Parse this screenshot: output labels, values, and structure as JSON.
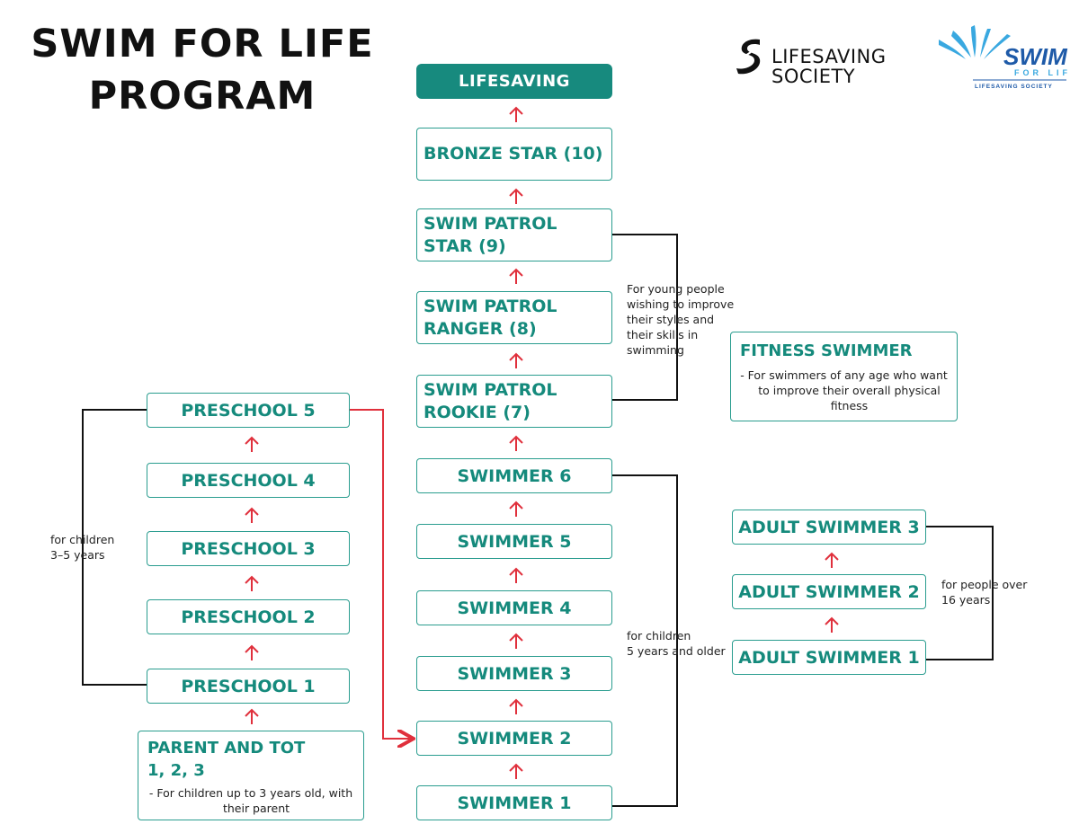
{
  "title": [
    "SWIM FOR LIFE",
    "PROGRAM"
  ],
  "logos": {
    "society": [
      "LIFESAVING",
      "SOCIETY"
    ],
    "swim": {
      "main": "SWIM",
      "sub": "FOR LIFE",
      "tagline": "LIFESAVING SOCIETY"
    },
    "colors": {
      "teal": "#178a7e",
      "blue": "#1e5aa8",
      "light_blue": "#39a8e0"
    }
  },
  "colors": {
    "accent": "#158a7c",
    "arrow": "#e0303c",
    "line": "#111111"
  },
  "center": {
    "lifesaving": "LIFESAVING",
    "bronze_star": "BRONZE STAR (10)",
    "swim_patrol_star": [
      "SWIM PATROL",
      "STAR (9)"
    ],
    "swim_patrol_ranger": [
      "SWIM PATROL",
      "RANGER (8)"
    ],
    "swim_patrol_rookie": [
      "SWIM PATROL",
      "ROOKIE (7)"
    ],
    "swimmers": [
      "SWIMMER 6",
      "SWIMMER 5",
      "SWIMMER 4",
      "SWIMMER 3",
      "SWIMMER 2",
      "SWIMMER 1"
    ]
  },
  "preschool": [
    "PRESCHOOL 5",
    "PRESCHOOL 4",
    "PRESCHOOL 3",
    "PRESCHOOL 2",
    "PRESCHOOL 1"
  ],
  "parent_tot": {
    "title": [
      "PARENT AND TOT",
      "1, 2, 3"
    ],
    "desc": "- For children up to 3 years old, with their parent"
  },
  "fitness": {
    "title": "FITNESS SWIMMER",
    "desc": "- For swimmers of any age who want to improve their overall physical fitness"
  },
  "adult": [
    "ADULT SWIMMER 3",
    "ADULT SWIMMER 2",
    "ADULT SWIMMER 1"
  ],
  "notes": {
    "young": [
      "For young people",
      "wishing to improve",
      "their styles and",
      "their skills in",
      "swimming"
    ],
    "children_3_5": [
      "for children",
      "3–5 years"
    ],
    "children_5": [
      "for children",
      "5 years and older"
    ],
    "over_16": [
      "for people over",
      "16 years"
    ]
  }
}
